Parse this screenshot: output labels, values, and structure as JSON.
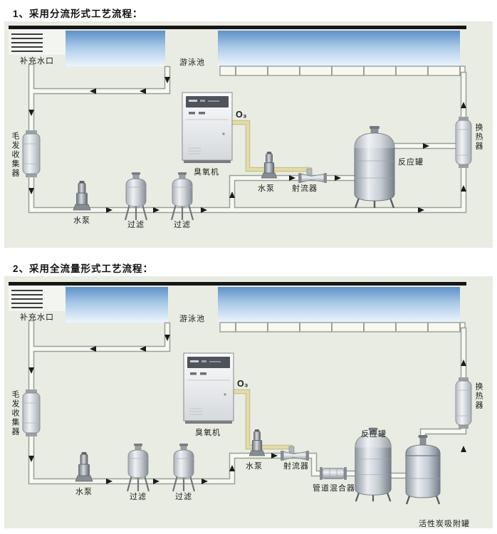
{
  "titles": {
    "section1": "1、采用分流形式工艺流程：",
    "section2": "2、采用全流量形式工艺流程："
  },
  "section1": {
    "labels": {
      "makeup_inlet": "补充水口",
      "pool": "游泳池",
      "hair_collector": "毛发收集器",
      "ozone_generator": "臭氧机",
      "ozone_gas": "O₃",
      "pump_main": "水泵",
      "filter_1": "过滤",
      "filter_2": "过滤",
      "pump_ozone": "水泵",
      "injector": "射流器",
      "reaction_tank": "反应罐",
      "heat_exchanger": "换热器"
    }
  },
  "section2": {
    "labels": {
      "makeup_inlet": "补充水口",
      "pool": "游泳池",
      "hair_collector": "毛发收集器",
      "ozone_generator": "臭氧机",
      "ozone_gas": "O₃",
      "pump_main": "水泵",
      "filter_1": "过滤",
      "filter_2": "过滤",
      "pump_ozone": "水泵",
      "injector": "射流器",
      "pipe_mixer": "管道混合器",
      "reaction_tank": "反应罐",
      "carbon_tank": "活性炭吸附罐",
      "heat_exchanger": "换热器"
    }
  },
  "colors": {
    "panel_background": "#e9ece3",
    "pool_water_top": "#5d90c6",
    "pool_water_bottom": "#edf5fc",
    "pipe_fill": "#f7f8f1",
    "pipe_edge": "#98a098",
    "ozone_line": "#e3dca6",
    "deck_bar": "#161616",
    "arrow": "#1a1a1a"
  }
}
